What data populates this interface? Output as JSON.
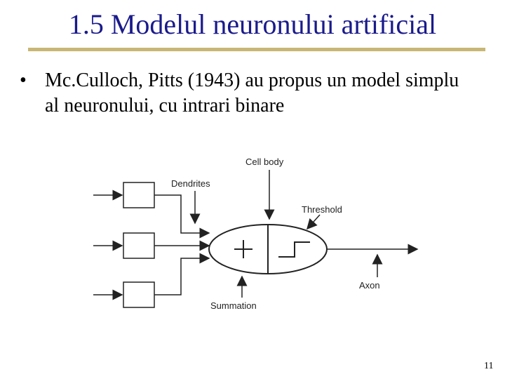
{
  "slide": {
    "title": "1.5 Modelul neuronului artificial",
    "bullet": "Mc.Culloch, Pitts (1943) au propus un model simplu al neuronului, cu intrari binare",
    "page_number": "11"
  },
  "diagram": {
    "labels": {
      "cell_body": "Cell body",
      "dendrites": "Dendrites",
      "threshold": "Threshold",
      "axon": "Axon",
      "summation": "Summation"
    }
  }
}
